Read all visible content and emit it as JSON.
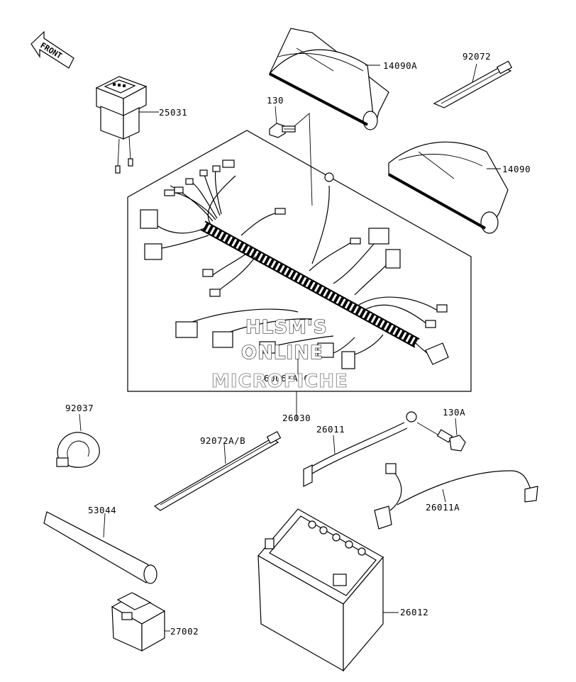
{
  "front_arrow_text": "FRONT",
  "labels": {
    "p14090A": "14090A",
    "p92072": "92072",
    "p130": "130",
    "p25031": "25031",
    "p14090": "14090",
    "p26006": "26006/A~C",
    "p26030": "26030",
    "p92037": "92037",
    "p130A": "130A",
    "p26011": "26011",
    "p92072AB": "92072A/B",
    "p26011A": "26011A",
    "p53044": "53044",
    "p26012": "26012",
    "p27002": "27002"
  },
  "watermark": {
    "line1": "HLSM'S",
    "line2": "ONLINE",
    "line3": "MICROFICHE"
  }
}
